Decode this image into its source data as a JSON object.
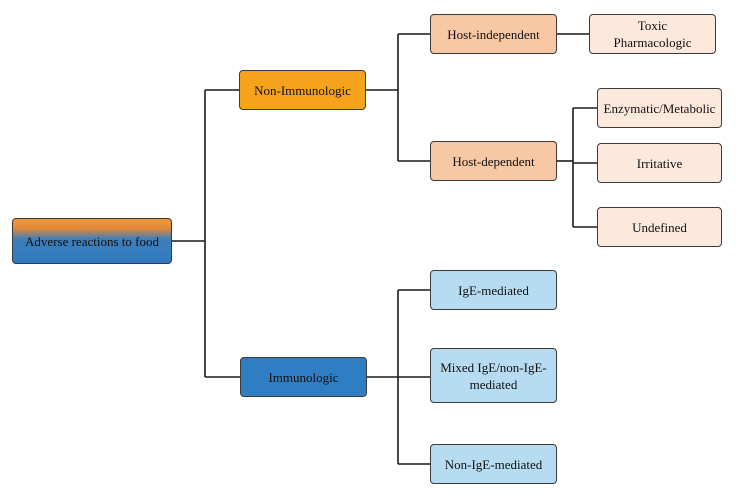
{
  "diagram": {
    "root": {
      "label": "Adverse reactions to food"
    },
    "non_immunologic": {
      "label": "Non-Immunologic",
      "host_independent": {
        "label": "Host-independent",
        "leaf_line1": "Toxic",
        "leaf_line2": "Pharmacologic"
      },
      "host_dependent": {
        "label": "Host-dependent",
        "leaves": [
          "Enzymatic/Metabolic",
          "Irritative",
          "Undefined"
        ]
      }
    },
    "immunologic": {
      "label": "Immunologic",
      "ige_mediated": "IgE-mediated",
      "mixed_line1": "Mixed IgE/non-IgE-",
      "mixed_line2": "mediated",
      "non_ige_mediated": "Non-IgE-mediated"
    },
    "colors": {
      "orange": "#f5a31c",
      "blue": "#2f7ec4",
      "peach": "#f8c7a3",
      "cream": "#fde9dc",
      "light_blue": "#b7dcf2",
      "connector": "#1a1a1a"
    }
  }
}
